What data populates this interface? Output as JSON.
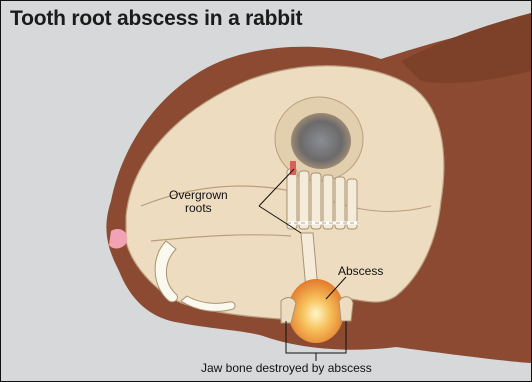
{
  "title": "Tooth root abscess in a rabbit",
  "labels": {
    "overgrown_line1": "Overgrown",
    "overgrown_line2": "roots",
    "abscess": "Abscess",
    "jaw_bone": "Jaw bone destroyed by abscess"
  },
  "colors": {
    "background": "#d6d8da",
    "fur": "#8b4a31",
    "skull": "#eedcc0",
    "abscess_glow": "#f2a64a",
    "nose": "#f2a3b3"
  }
}
